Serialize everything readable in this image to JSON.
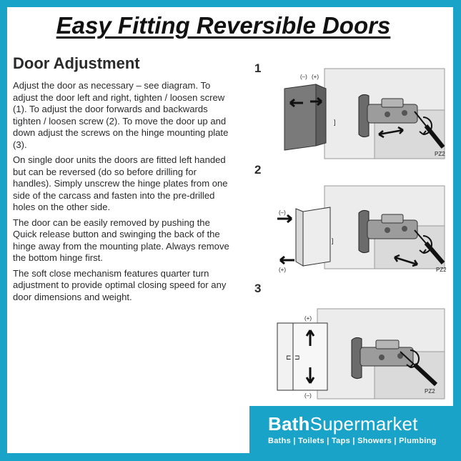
{
  "title": "Easy Fitting Reversible Doors",
  "section": {
    "heading": "Door Adjustment",
    "paragraphs": [
      "Adjust the door as necessary – see diagram. To adjust the door left and right, tighten / loosen screw (1). To adjust the door forwards and backwards tighten / loosen screw (2). To move the door up and down adjust the screws on the hinge mounting plate (3).",
      "On single door units the doors are fitted left handed but can be reversed (do so before drilling for handles). Simply unscrew the hinge plates from one side of the carcass and fasten into the pre-drilled holes on the other side.",
      "The door can be easily removed by pushing the Quick release button and swinging the back of the hinge away from the mounting plate. Always remove the bottom hinge first.",
      "The soft close mechanism features quarter turn adjustment to provide optimal closing speed for any door dimensions and weight."
    ]
  },
  "diagrams": [
    {
      "number": "1",
      "labels": [
        "(–)",
        "(+)"
      ],
      "tool_label": "PZ2"
    },
    {
      "number": "2",
      "labels": [
        "(–)",
        "(+)"
      ],
      "tool_label": "PZ2"
    },
    {
      "number": "3",
      "labels": [
        "(+)",
        "(–)"
      ],
      "tool_label": "PZ2"
    }
  ],
  "brand": {
    "name_bold": "Bath",
    "name_light": "Supermarket",
    "tagline": "Baths | Toilets | Taps | Showers | Plumbing"
  },
  "colors": {
    "frame": "#1aa3c8",
    "door": "#7a7a7a",
    "cabinet": "#e8e8e8"
  },
  "icons": [
    "arrow-left-right-icon",
    "arrow-left-icon",
    "arrow-up-down-icon",
    "rotate-arrow-icon",
    "screwdriver-icon",
    "hinge-icon"
  ]
}
